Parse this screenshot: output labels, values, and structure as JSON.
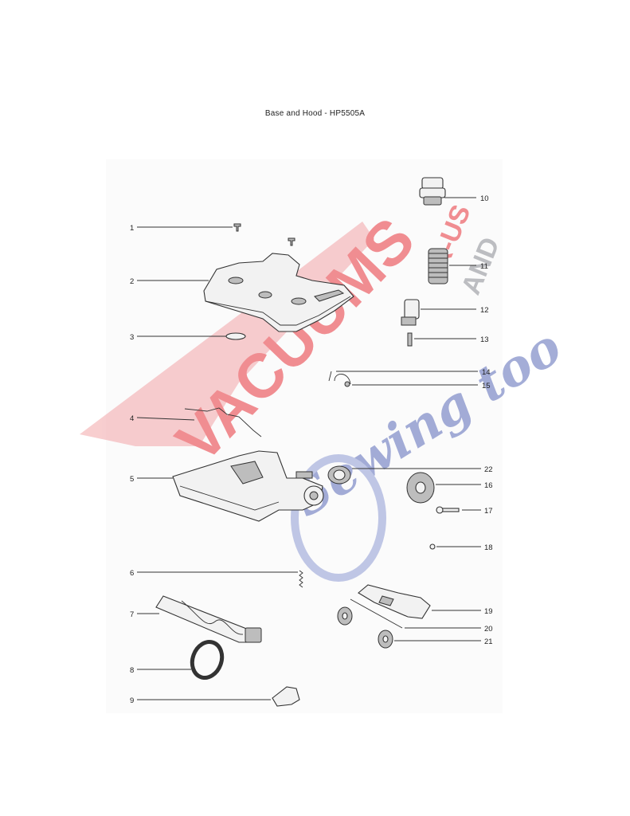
{
  "title": "Base and Hood - HP5505A",
  "watermark": {
    "brand": "VACUUMS",
    "rus": "R-US",
    "and": "AND",
    "sewing": "Sewing too",
    "colors": {
      "red": "#e8343c",
      "gray": "#8a8c92",
      "blue": "#5a6bb8"
    }
  },
  "callouts": [
    {
      "id": "1",
      "label": "1",
      "side": "left"
    },
    {
      "id": "2",
      "label": "2",
      "side": "left"
    },
    {
      "id": "3",
      "label": "3",
      "side": "left"
    },
    {
      "id": "4",
      "label": "4",
      "side": "left"
    },
    {
      "id": "5",
      "label": "5",
      "side": "left"
    },
    {
      "id": "6",
      "label": "6",
      "side": "left"
    },
    {
      "id": "7",
      "label": "7",
      "side": "left"
    },
    {
      "id": "8",
      "label": "8",
      "side": "left"
    },
    {
      "id": "9",
      "label": "9",
      "side": "left"
    },
    {
      "id": "10",
      "label": "10",
      "side": "right"
    },
    {
      "id": "11",
      "label": "11",
      "side": "right"
    },
    {
      "id": "12",
      "label": "12",
      "side": "right"
    },
    {
      "id": "13",
      "label": "13",
      "side": "right"
    },
    {
      "id": "14",
      "label": "14",
      "side": "right"
    },
    {
      "id": "15",
      "label": "15",
      "side": "right"
    },
    {
      "id": "22",
      "label": "22",
      "side": "right"
    },
    {
      "id": "16",
      "label": "16",
      "side": "right"
    },
    {
      "id": "17",
      "label": "17",
      "side": "right"
    },
    {
      "id": "18",
      "label": "18",
      "side": "right"
    },
    {
      "id": "19",
      "label": "19",
      "side": "right"
    },
    {
      "id": "20",
      "label": "20",
      "side": "right"
    },
    {
      "id": "21",
      "label": "21",
      "side": "right"
    }
  ]
}
